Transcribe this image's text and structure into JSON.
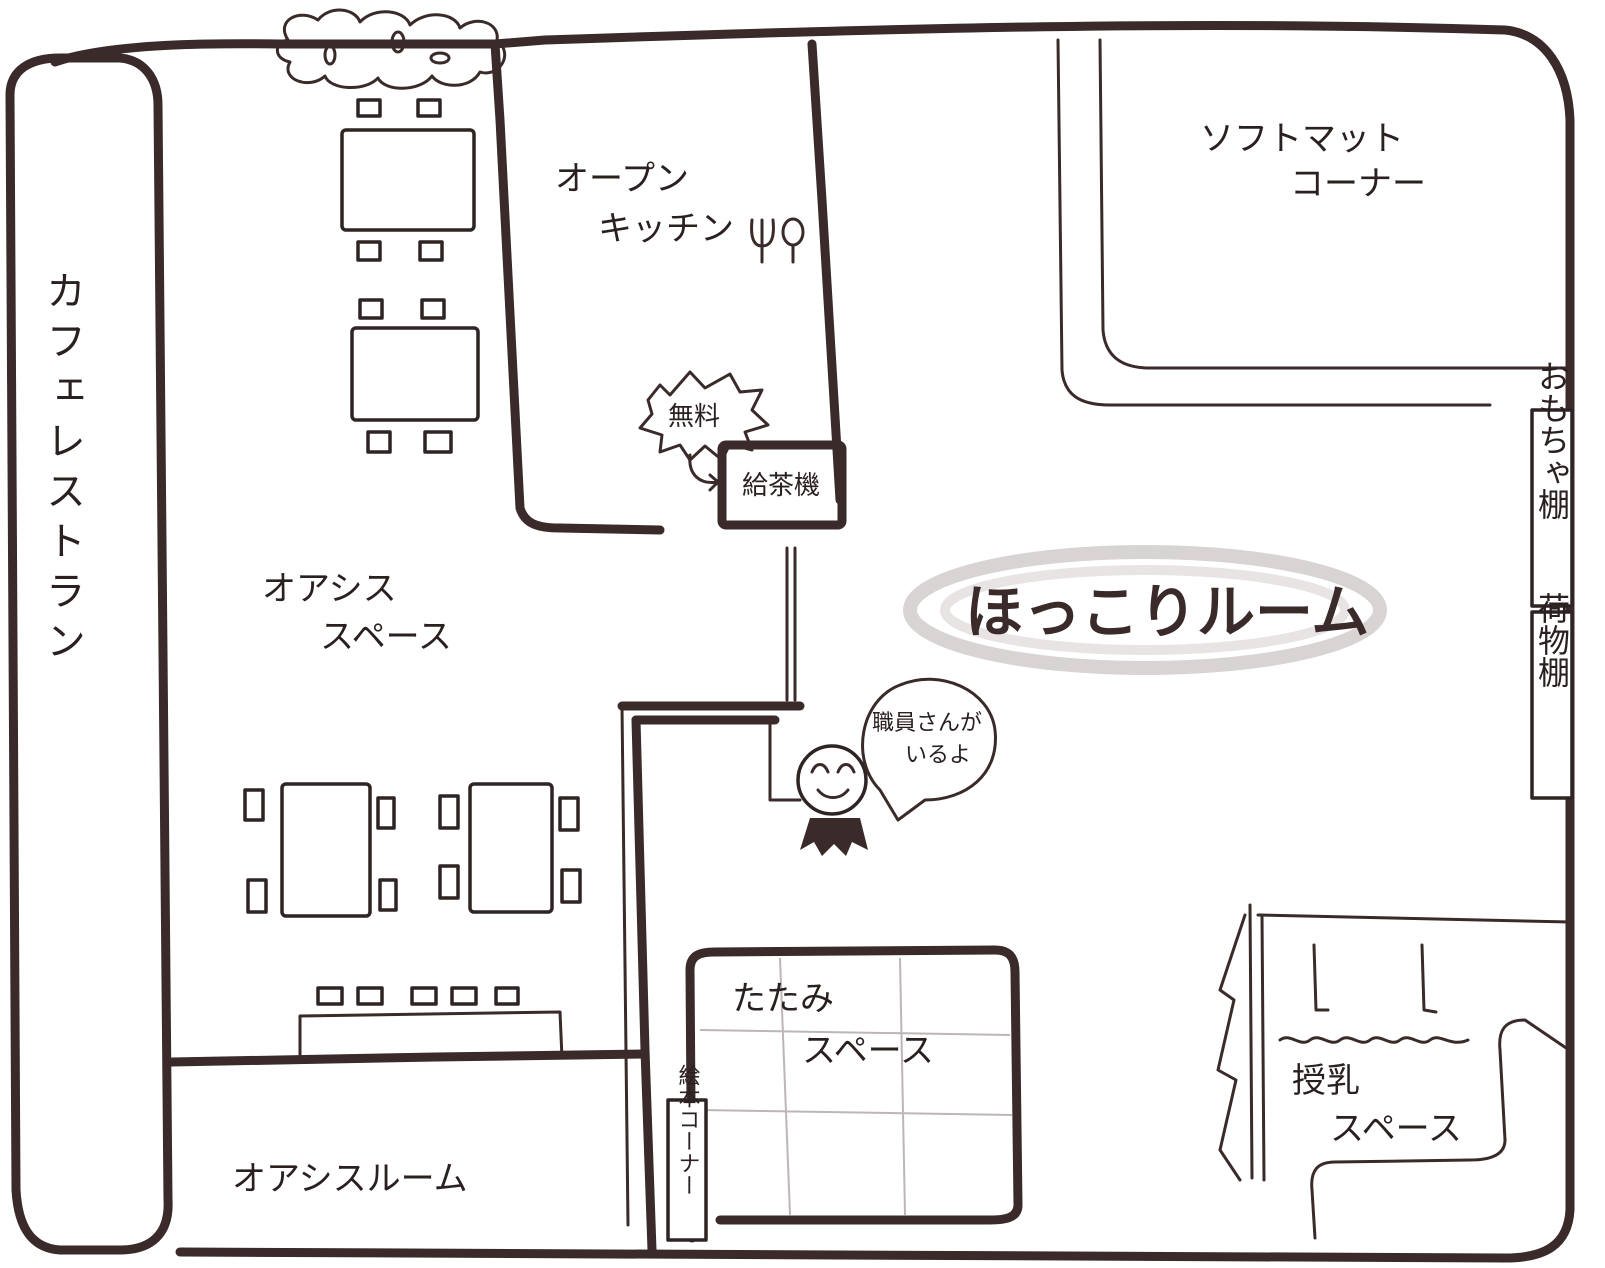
{
  "map": {
    "title": "ほっこりルーム",
    "rooms": {
      "cafe_restaurant": "カフェレストラン",
      "oasis_space_line1": "オアシス",
      "oasis_space_line2": "スペース",
      "oasis_room": "オアシスルーム",
      "open_kitchen_line1": "オープン",
      "open_kitchen_line2": "キッチン",
      "soft_mat_line1": "ソフトマット",
      "soft_mat_line2": "コーナー",
      "tatami_line1": "たたみ",
      "tatami_line2": "スペース",
      "nursing_line1": "授乳",
      "nursing_line2": "スペース"
    },
    "fixtures": {
      "tea_server": "給茶機",
      "free_badge": "無料",
      "toy_shelf": "おもちゃ棚",
      "luggage_shelf": "荷物棚",
      "picture_book_corner": "絵本コーナー"
    },
    "staff_bubble": {
      "line1": "職員さんが",
      "line2": "いるよ"
    },
    "colors": {
      "ink": "#3a2a2a",
      "paper": "#ffffff",
      "title_glow": "#d9d4d4"
    }
  }
}
